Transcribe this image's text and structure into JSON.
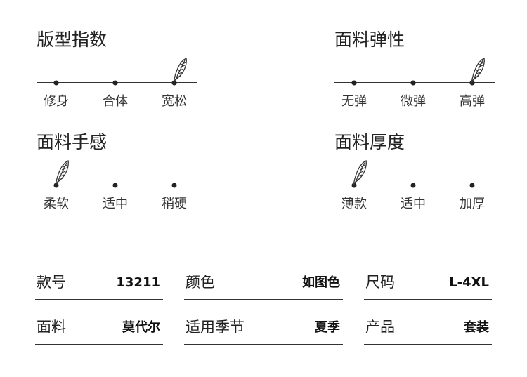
{
  "scales": [
    {
      "id": "fit",
      "title": "版型指数",
      "labels": [
        "修身",
        "合体",
        "宽松"
      ],
      "selected_index": 2
    },
    {
      "id": "elasticity",
      "title": "面料弹性",
      "labels": [
        "无弹",
        "微弹",
        "高弹"
      ],
      "selected_index": 2
    },
    {
      "id": "hand-feel",
      "title": "面料手感",
      "labels": [
        "柔软",
        "适中",
        "稍硬"
      ],
      "selected_index": 0
    },
    {
      "id": "thickness",
      "title": "面料厚度",
      "labels": [
        "薄款",
        "适中",
        "加厚"
      ],
      "selected_index": 0
    }
  ],
  "info": [
    {
      "key": "款号",
      "value": "13211"
    },
    {
      "key": "颜色",
      "value": "如图色"
    },
    {
      "key": "尺码",
      "value": "L-4XL"
    },
    {
      "key": "面料",
      "value": "莫代尔"
    },
    {
      "key": "适用季节",
      "value": "夏季"
    },
    {
      "key": "产品",
      "value": "套装"
    }
  ],
  "icons": {
    "selection_marker": "feather-icon"
  }
}
